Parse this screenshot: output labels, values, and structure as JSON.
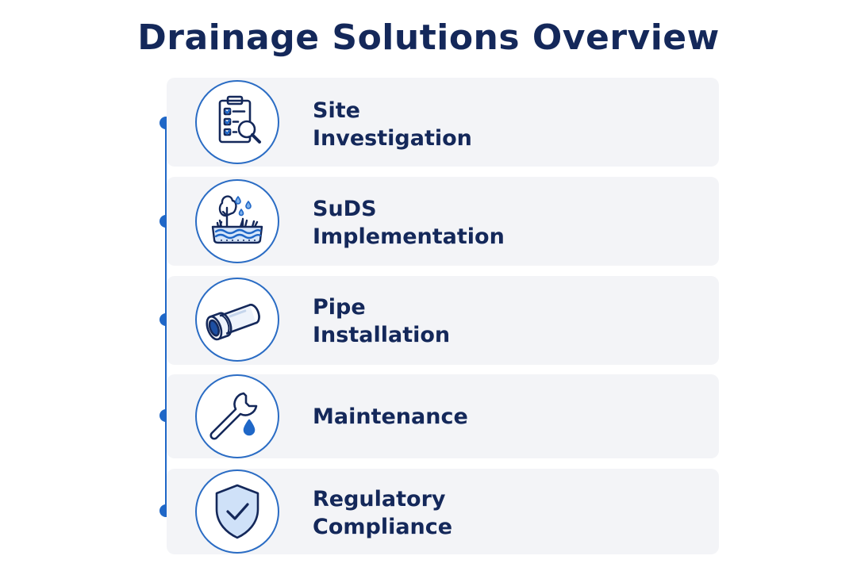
{
  "title": "Drainage Solutions Overview",
  "colors": {
    "accent": "#1f67c7",
    "text": "#14285a",
    "card_bg": "#f3f4f7",
    "icon_light_blue": "#7fb1ea"
  },
  "steps": [
    {
      "line1": "Site",
      "line2": "Investigation",
      "icon": "clipboard-checklist-magnifier-icon"
    },
    {
      "line1": "SuDS",
      "line2": "Implementation",
      "icon": "tree-planter-water-icon"
    },
    {
      "line1": "Pipe",
      "line2": "Installation",
      "icon": "pipe-icon"
    },
    {
      "line1": "Maintenance",
      "line2": "",
      "icon": "wrench-droplet-icon"
    },
    {
      "line1": "Regulatory",
      "line2": "Compliance",
      "icon": "shield-check-icon"
    }
  ]
}
